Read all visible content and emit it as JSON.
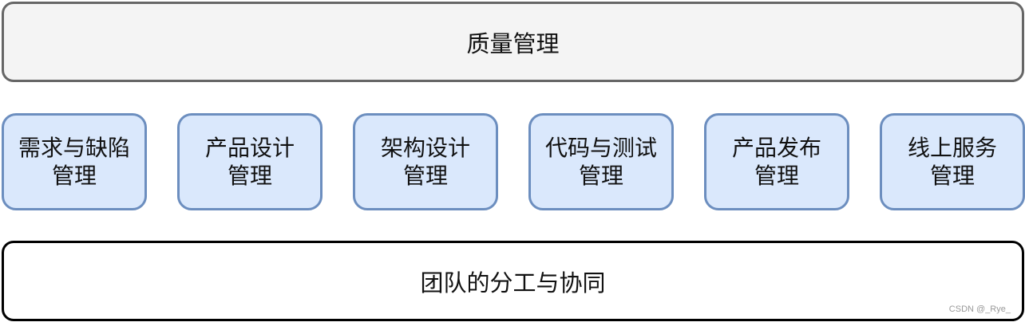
{
  "top": {
    "label": "质量管理"
  },
  "modules": [
    {
      "line1": "需求与缺陷",
      "line2": "管理"
    },
    {
      "line1": "产品设计",
      "line2": "管理"
    },
    {
      "line1": "架构设计",
      "line2": "管理"
    },
    {
      "line1": "代码与测试",
      "line2": "管理"
    },
    {
      "line1": "产品发布",
      "line2": "管理"
    },
    {
      "line1": "线上服务",
      "line2": "管理"
    }
  ],
  "bottom": {
    "label": "团队的分工与协同"
  },
  "watermark": "CSDN @_Rye_",
  "colors": {
    "top_fill": "#f4f4f4",
    "top_border": "#666666",
    "module_fill": "#dae8fc",
    "module_border": "#6c8ebf",
    "bottom_fill": "#ffffff",
    "bottom_border": "#000000"
  }
}
